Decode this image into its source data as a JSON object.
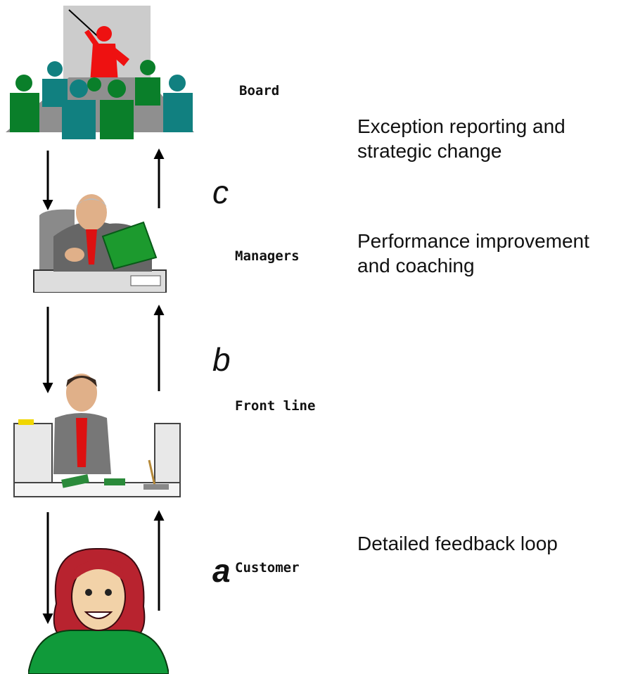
{
  "levels": {
    "board": {
      "label": "Board"
    },
    "managers": {
      "label": "Managers"
    },
    "front_line": {
      "label": "Front line"
    },
    "customer": {
      "label": "Customer"
    }
  },
  "loops": {
    "c": {
      "letter": "c",
      "description": "Exception reporting and strategic change"
    },
    "b": {
      "letter": "b",
      "description": "Performance improvement and coaching"
    },
    "a": {
      "letter": "a",
      "description": "Detailed feedback loop"
    }
  },
  "icons": [
    "board-meeting-icon",
    "manager-icon",
    "front-line-clerk-icon",
    "customer-icon"
  ],
  "colors": {
    "board_green": "#0a7f2a",
    "board_teal": "#118080",
    "presenter_red": "#ee1111",
    "customer_green": "#109a3a",
    "hair_red": "#b8232f"
  }
}
